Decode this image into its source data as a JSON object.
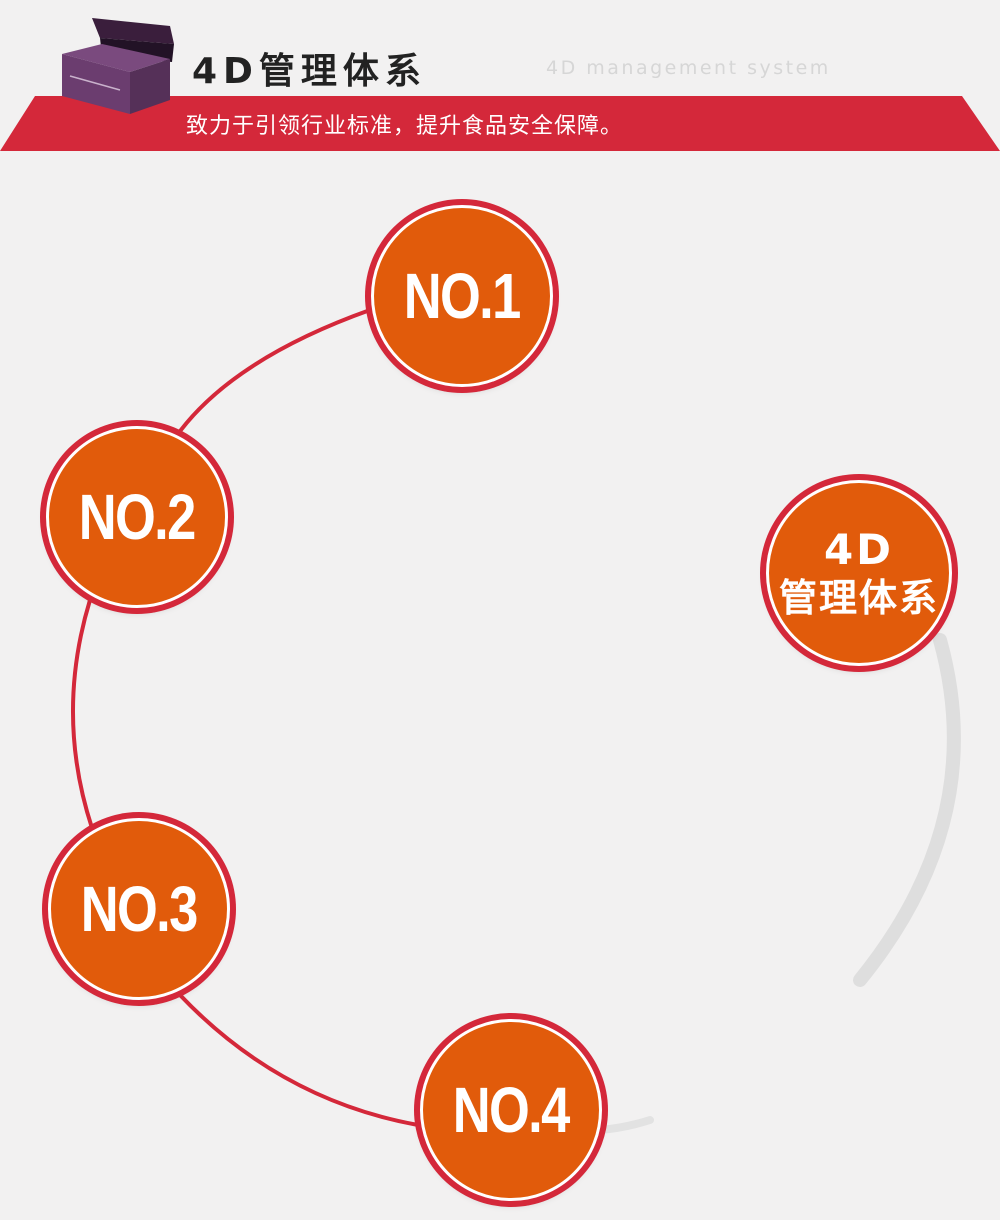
{
  "header": {
    "title": "4D管理体系",
    "subtitle_en": "4D management system",
    "slogan": "致力于引领行业标准，提升食品安全保障。"
  },
  "diagram": {
    "steps": [
      {
        "label": "NO.1"
      },
      {
        "label": "NO.2"
      },
      {
        "label": "NO.3"
      },
      {
        "label": "NO.4"
      }
    ],
    "center": {
      "line1": "4D",
      "line2": "管理体系"
    }
  },
  "colors": {
    "accent_red": "#d4283a",
    "circle_orange": "#e15b0b",
    "background": "#f2f1f1"
  },
  "icons": {
    "logo": "purple-gift-box-icon"
  }
}
